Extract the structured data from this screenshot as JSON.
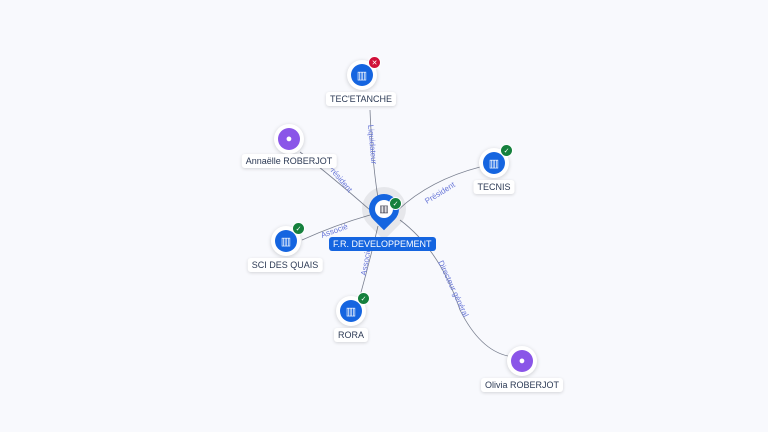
{
  "center": {
    "name": "F.R. DEVELOPPEMENT",
    "icon": "building-icon",
    "status": "active"
  },
  "nodes": [
    {
      "name": "TEC'ETANCHE",
      "type": "company",
      "status": "closed"
    },
    {
      "name": "Annaëlle ROBERJOT",
      "type": "person"
    },
    {
      "name": "TECNIS",
      "type": "company",
      "status": "active"
    },
    {
      "name": "SCI DES QUAIS",
      "type": "company",
      "status": "active"
    },
    {
      "name": "RORA",
      "type": "company",
      "status": "active"
    },
    {
      "name": "Olivia ROBERJOT",
      "type": "person"
    }
  ],
  "edges": [
    "Liquidateur",
    "Président",
    "Président",
    "Associé",
    "Associé",
    "Directeur général"
  ],
  "colors": {
    "company": "#1565e0",
    "person": "#8a55e8",
    "active": "#15803d",
    "closed": "#d0103a",
    "edge_label": "#6a78d8"
  }
}
